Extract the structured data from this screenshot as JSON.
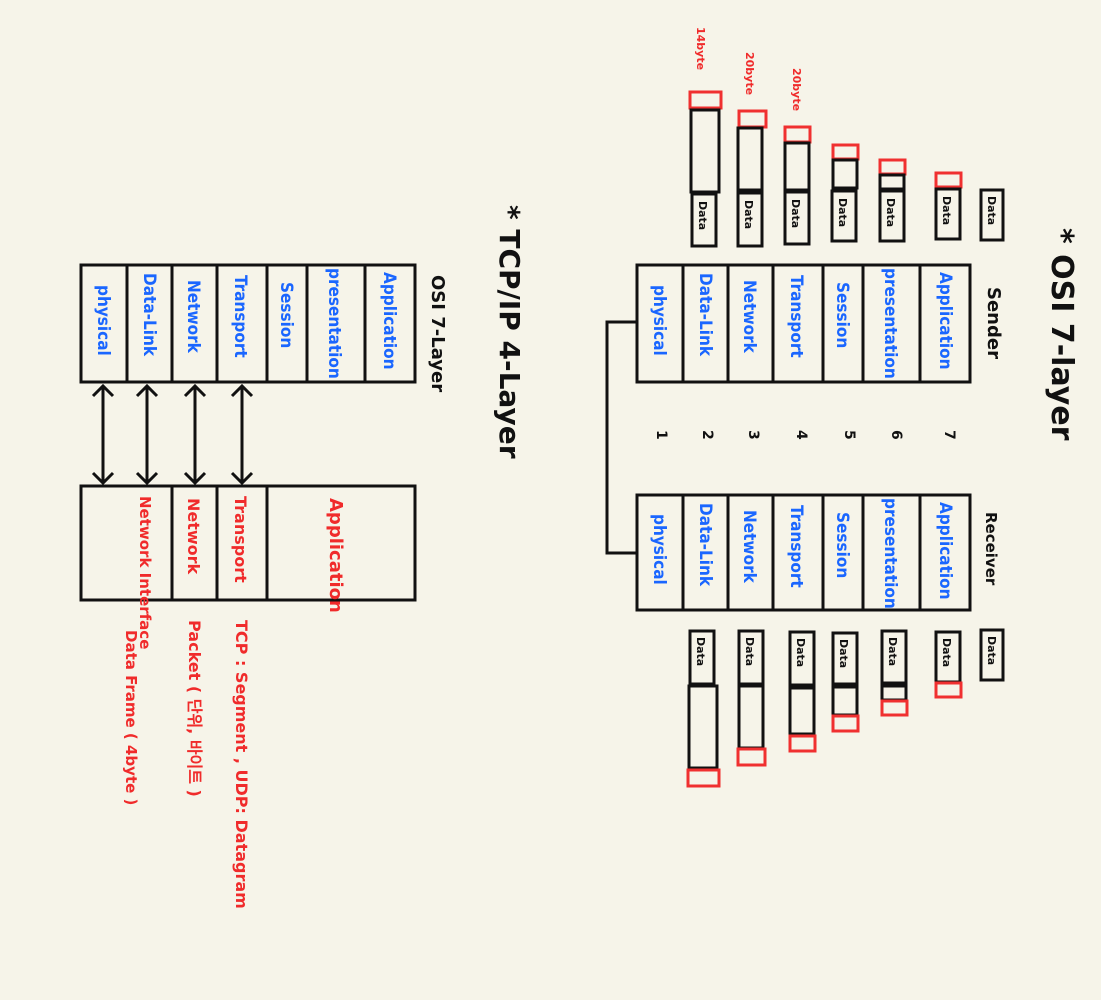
{
  "osi_title": "* OSI 7-layer",
  "tcpip_title": "* TCP/IP 4-Layer",
  "osi_side_label": "OSI 7-Layer",
  "sender_label": "Sender",
  "receiver_label": "Receiver",
  "layers": [
    "Application",
    "presentation",
    "Session",
    "Transport",
    "Network",
    "Data-Link",
    "physical"
  ],
  "layer_numbers": [
    "7",
    "6",
    "5",
    "4",
    "3",
    "2",
    "1"
  ],
  "data_label": "Data",
  "header_sizes": [
    "14byte",
    "20byte",
    "20byte"
  ],
  "tcpip_layers": [
    "Application",
    "Transport",
    "Network",
    "Network Interface"
  ],
  "pdu_notes": [
    "TCP : Segment , UDP: Datagram",
    "Packet ( 단위, 바이트 )",
    "Data Frame ( 4byte )"
  ],
  "colors": {
    "background": "#f6f4e9",
    "layer_text": "#1a66ff",
    "annotation": "#f02b2b",
    "ink": "#111111"
  }
}
